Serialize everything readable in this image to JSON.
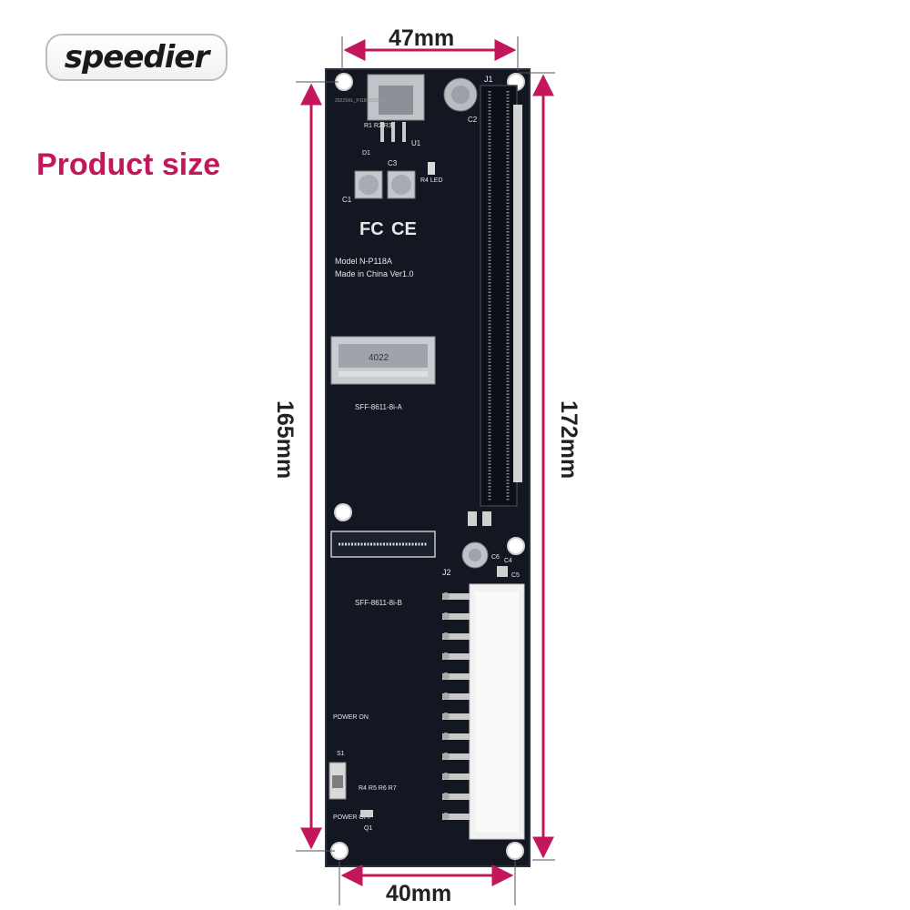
{
  "brand": {
    "logo_text": "speedier"
  },
  "heading": "Product size",
  "dimensions": {
    "top_width": "47mm",
    "bottom_width": "40mm",
    "left_length": "165mm",
    "right_length": "172mm"
  },
  "board_labels": {
    "j1": "J1",
    "j2": "J2",
    "s1": "S1",
    "q1": "Q1",
    "u1": "U1",
    "c1": "C1",
    "c2": "C2",
    "c3": "C3",
    "c4": "C4",
    "c5": "C5",
    "c6": "C6",
    "d1": "D1",
    "led": "R4 LED",
    "r1r2r3": "R1 R2 R3",
    "r4r5r6r7": "R4 R5 R6 R7",
    "fc": "FC",
    "ce": "CE",
    "model": "Model N-P118A",
    "made": "Made in China Ver1.0",
    "connector_code": "4022",
    "sff_a": "SFF-8611-8i-A",
    "sff_b": "SFF-8611-8i-B",
    "power_on": "POWER ON",
    "power_off": "POWER OFF",
    "serial": "2022SKL_P118-2022066"
  },
  "colors": {
    "accent": "#c2185b",
    "pcb": "#121722",
    "silkscreen": "#e6e6e6"
  }
}
